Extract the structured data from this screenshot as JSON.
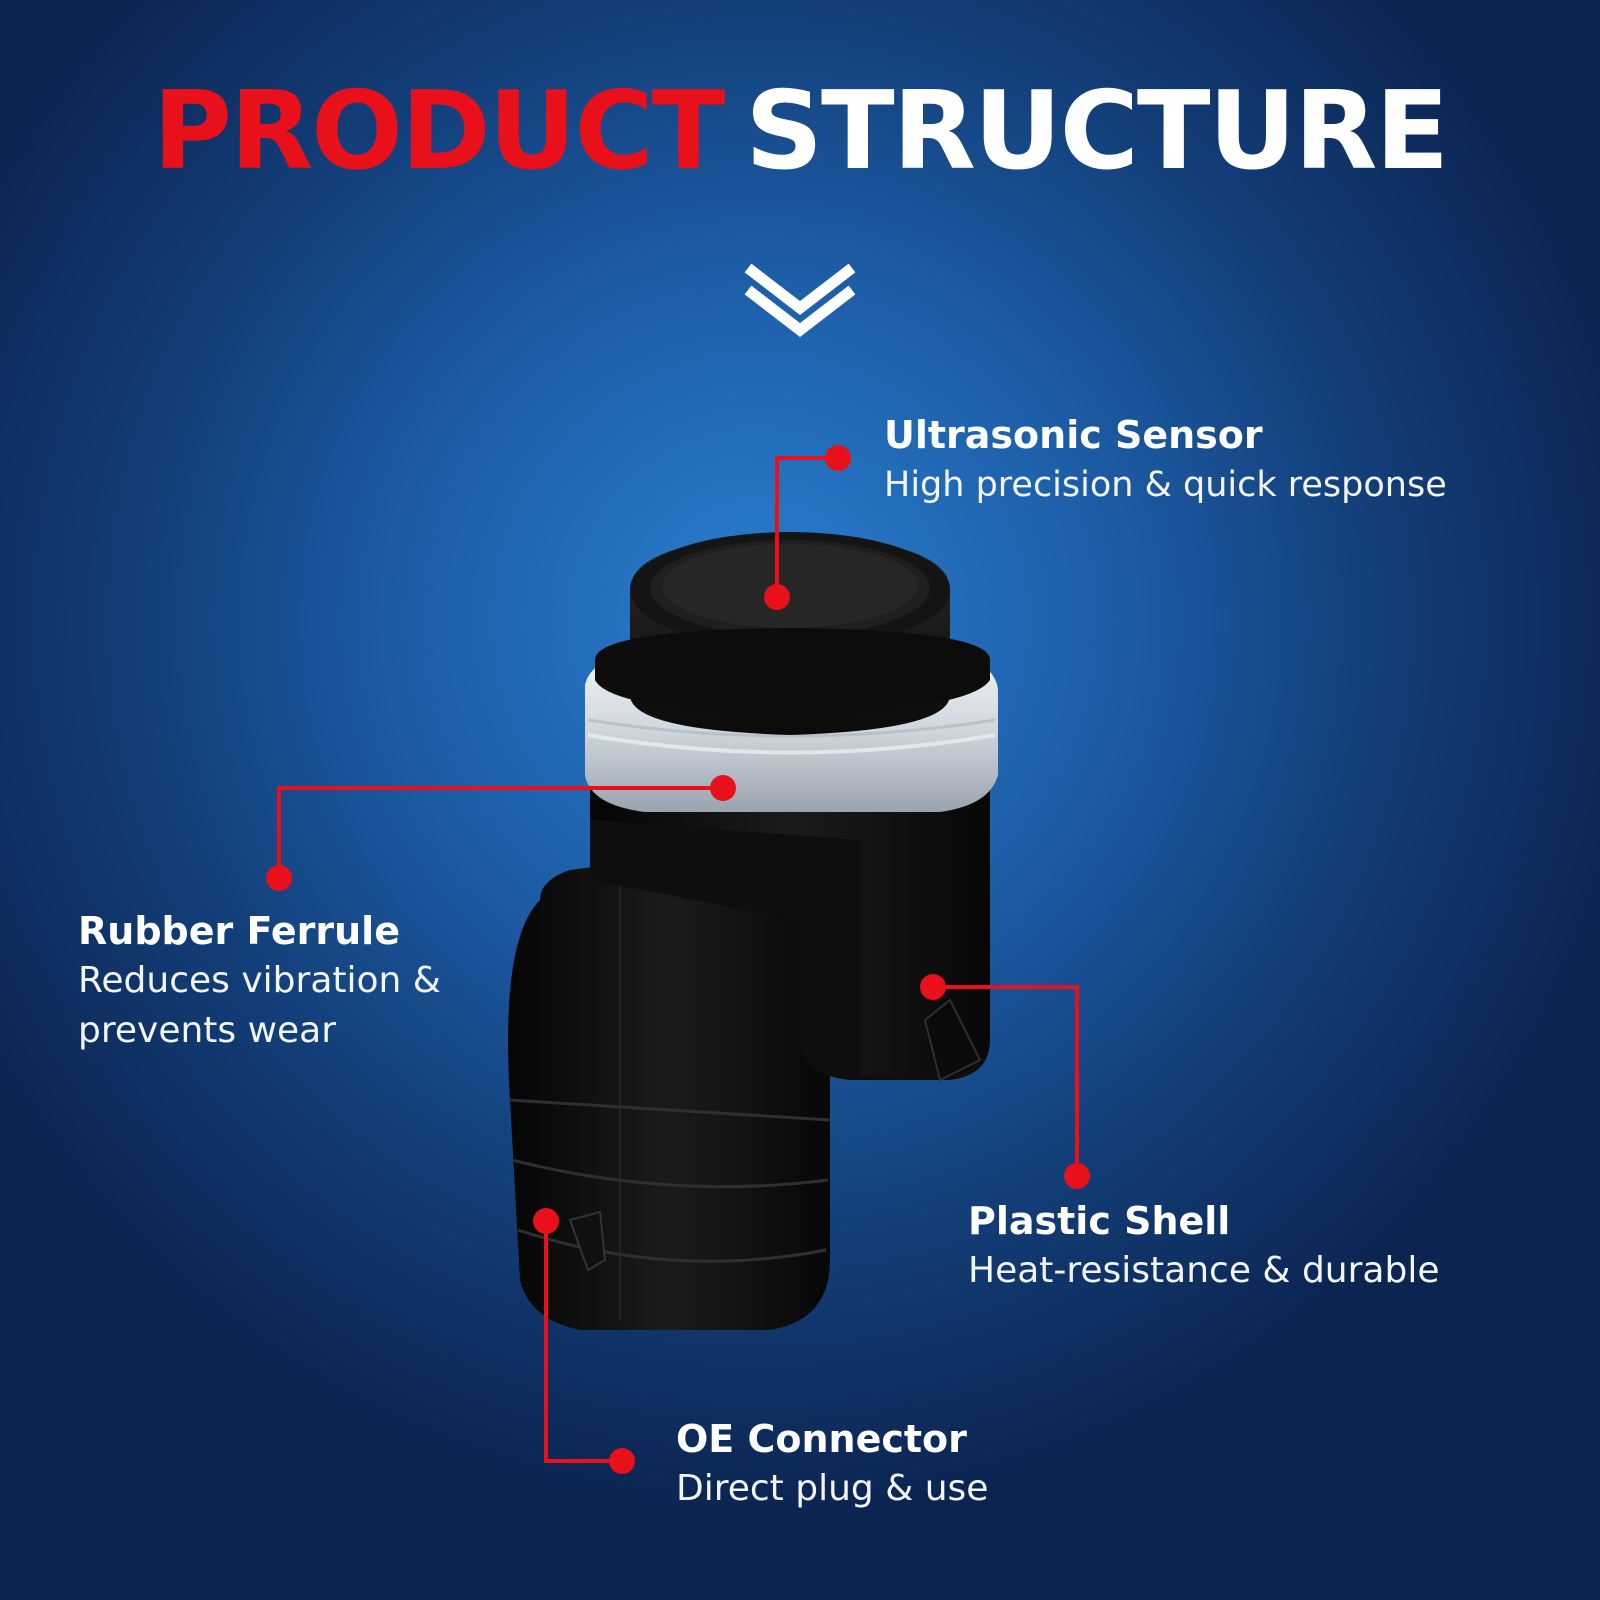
{
  "header": {
    "title_word_1": "PRODUCT",
    "title_word_2": "STRUCTURE"
  },
  "icons": {
    "scroll_hint": "double-chevron-down-icon"
  },
  "colors": {
    "accent_red": "#e8101a",
    "text_white": "#ffffff",
    "background_blue": "#1d5ea8"
  },
  "features": [
    {
      "title": "Ultrasonic Sensor",
      "description": "High precision & quick response"
    },
    {
      "title": "Rubber Ferrule",
      "description": "Reduces vibration & prevents wear"
    },
    {
      "title": "Plastic Shell",
      "description": "Heat-resistance & durable"
    },
    {
      "title": "OE Connector",
      "description": "Direct plug & use"
    }
  ]
}
